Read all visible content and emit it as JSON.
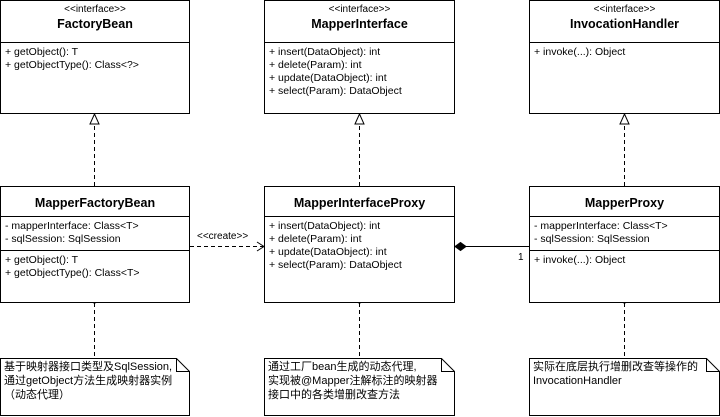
{
  "classes": {
    "factory_bean": {
      "stereotype": "<<interface>>",
      "name": "FactoryBean",
      "methods": [
        "+ getObject(): T",
        "+ getObjectType(): Class<?>"
      ]
    },
    "mapper_interface": {
      "stereotype": "<<interface>>",
      "name": "MapperInterface",
      "methods": [
        "+ insert(DataObject): int",
        "+ delete(Param): int",
        "+ update(DataObject): int",
        "+ select(Param): DataObject"
      ]
    },
    "invocation_handler": {
      "stereotype": "<<interface>>",
      "name": "InvocationHandler",
      "methods": [
        "+ invoke(...): Object"
      ]
    },
    "mapper_factory_bean": {
      "name": "MapperFactoryBean",
      "fields": [
        "- mapperInterface: Class<T>",
        "- sqlSession: SqlSession"
      ],
      "methods": [
        "+ getObject(): T",
        "+ getObjectType(): Class<T>"
      ]
    },
    "mapper_interface_proxy": {
      "name": "MapperInterfaceProxy",
      "methods": [
        "+ insert(DataObject): int",
        "+ delete(Param): int",
        "+ update(DataObject): int",
        "+ select(Param): DataObject"
      ]
    },
    "mapper_proxy": {
      "name": "MapperProxy",
      "fields": [
        "- mapperInterface: Class<T>",
        "- sqlSession: SqlSession"
      ],
      "methods": [
        "+ invoke(...): Object"
      ]
    }
  },
  "relations": {
    "create_label": "<<create>>",
    "multiplicity": "1"
  },
  "notes": {
    "left": [
      "基于映射器接口类型及SqlSession,",
      "通过getObject方法生成映射器实例",
      "（动态代理）"
    ],
    "middle": [
      "通过工厂bean生成的动态代理,",
      "实现被@Mapper注解标注的映射器",
      "接口中的各类增删改查方法"
    ],
    "right": [
      "实际在底层执行增删改查等操作的",
      "InvocationHandler"
    ]
  }
}
